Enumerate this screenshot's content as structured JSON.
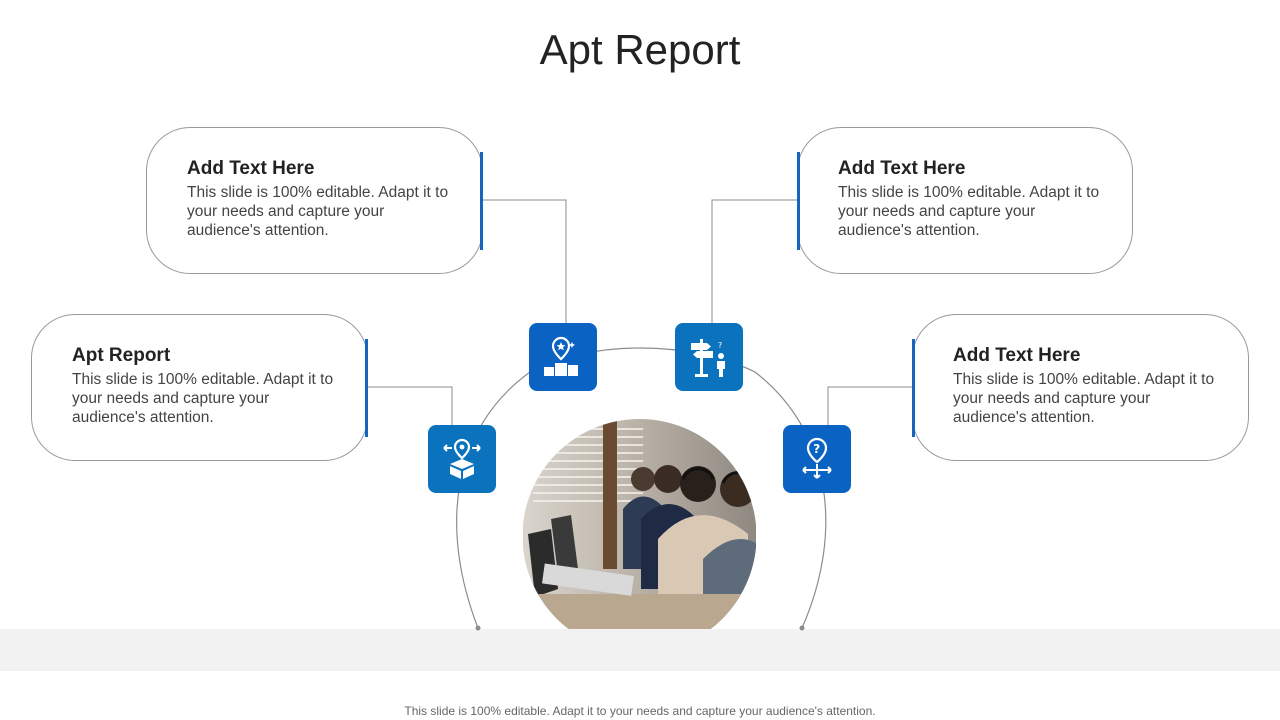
{
  "title": "Apt Report",
  "footer": "This slide is 100% editable. Adapt it to your needs and capture your audience's attention.",
  "colors": {
    "accent": "#1565c0",
    "icon_blue": "#0a63c2",
    "icon_blue_alt": "#0b72be",
    "line": "#8c8c8c"
  },
  "cards": [
    {
      "heading": "Add Text Here",
      "body": "This slide is 100% editable. Adapt it to your needs and capture your audience's attention."
    },
    {
      "heading": "Add Text Here",
      "body": "This slide is 100% editable. Adapt it to your needs and capture your audience's attention."
    },
    {
      "heading": "Apt Report",
      "body": "This slide is 100% editable. Adapt it to your needs and capture your audience's attention."
    },
    {
      "heading": "Add Text Here",
      "body": "This slide is 100% editable. Adapt it to your needs and capture your audience's attention."
    }
  ],
  "icons": [
    "location-podium-icon",
    "direction-signpost-icon",
    "location-box-icon",
    "question-location-arrows-icon"
  ],
  "photo": "call-center-agents-photo"
}
